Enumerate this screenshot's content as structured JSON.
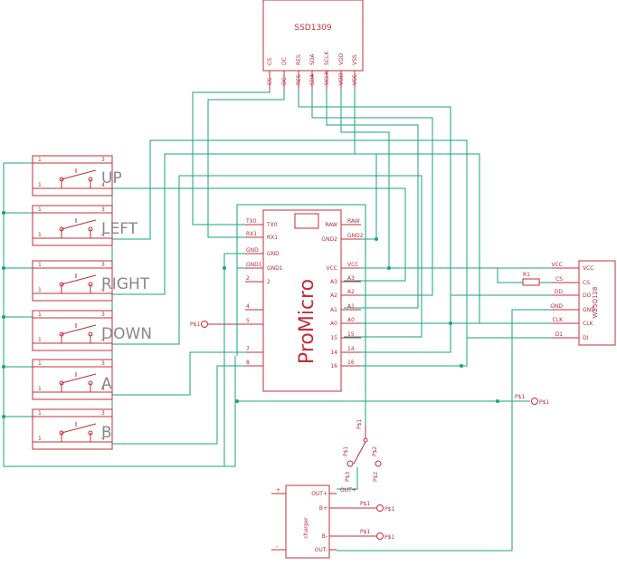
{
  "oled": {
    "name": "SSD1309",
    "pins_inside": [
      "CS",
      "DC",
      "RES",
      "SDA",
      "SCLK",
      "VDD",
      "VSS"
    ],
    "pins_outside": [
      "CS",
      "DC",
      "RES",
      "SDA",
      "SCLK",
      "VDD",
      "VSS"
    ]
  },
  "mcu": {
    "name": "ProMicro",
    "left_pins": [
      {
        "name": "TX0",
        "num": ""
      },
      {
        "name": "RX1",
        "num": ""
      },
      {
        "name": "GND",
        "num": ""
      },
      {
        "name": "GND1",
        "num": ""
      },
      {
        "name": "2",
        "num": "2"
      },
      {
        "name": "",
        "num": "4"
      },
      {
        "name": "",
        "num": "5"
      },
      {
        "name": "",
        "num": "7"
      },
      {
        "name": "",
        "num": "8"
      }
    ],
    "outer_left": [
      "TX0",
      "RX1",
      "GND",
      "GND1",
      "2",
      "4",
      "5",
      "7",
      "8"
    ],
    "right_pins": [
      {
        "name": "RAW",
        "num": "RAW"
      },
      {
        "name": "GND2",
        "num": "GND2"
      },
      {
        "name": "VCC",
        "num": "VCC"
      },
      {
        "name": "A3",
        "num": "A3"
      },
      {
        "name": "A2",
        "num": "A2"
      },
      {
        "name": "A1",
        "num": "A1"
      },
      {
        "name": "A0",
        "num": "A0"
      },
      {
        "name": "15",
        "num": "15"
      },
      {
        "name": "14",
        "num": "14"
      },
      {
        "name": "16",
        "num": "16"
      }
    ]
  },
  "flash": {
    "name": "W25Q128",
    "pins_inside": [
      "VCC",
      "CS",
      "DO",
      "GND",
      "CLK",
      "DI"
    ],
    "pins_outside": [
      "VCC",
      "CS",
      "DD",
      "GND",
      "CLK",
      "D1"
    ]
  },
  "resistor": "R1",
  "buttons": [
    "UP",
    "LEFT",
    "RIGHT",
    "DOWN",
    "A",
    "B"
  ],
  "button_pins": {
    "p1": "1",
    "p2": "2",
    "p3": "3",
    "p4": "4"
  },
  "charger": {
    "name": "charger",
    "left": [
      "+",
      "-"
    ],
    "right_inner": [
      "OUT+",
      "B+",
      "B-",
      "OUT-"
    ],
    "right_outer": [
      "OUT+",
      "",
      "",
      ""
    ]
  },
  "supply_labels": {
    "mcu_5": "P$1",
    "bus": "P$1",
    "bus_right": "P$1",
    "switch_top": "P$1",
    "switch_left": "P$3",
    "switch_right": "P$2",
    "charger_bplus": "P$1",
    "charger_bplus_end": "P$1",
    "charger_bminus": "P$1",
    "charger_bminus_end": "P$1",
    "switch_sw_left": "P$1",
    "switch_sw_right": "P$2"
  }
}
